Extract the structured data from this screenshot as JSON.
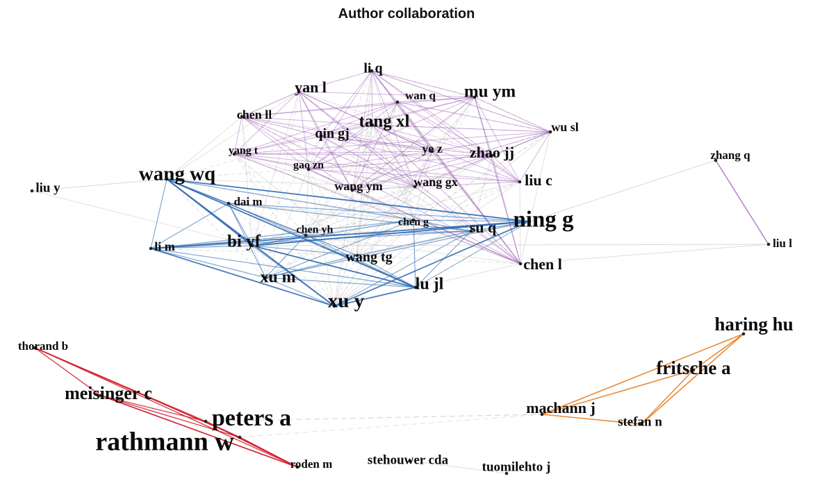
{
  "title": "Author collaboration",
  "colors": {
    "purple": "#9b59b6",
    "blue": "#2f6bb3",
    "red": "#d0202e",
    "orange": "#e67e22",
    "gray": "#c8c8c8"
  },
  "nodes": [
    {
      "id": "li q",
      "label": "li q",
      "cluster": "purple"
    },
    {
      "id": "yan l",
      "label": "yan l",
      "cluster": "purple"
    },
    {
      "id": "wan q",
      "label": "wan q",
      "cluster": "purple"
    },
    {
      "id": "mu ym",
      "label": "mu ym",
      "cluster": "purple"
    },
    {
      "id": "chen ll",
      "label": "chen ll",
      "cluster": "purple"
    },
    {
      "id": "tang xl",
      "label": "tang xl",
      "cluster": "purple"
    },
    {
      "id": "wu sl",
      "label": "wu sl",
      "cluster": "purple"
    },
    {
      "id": "qin gj",
      "label": "qin gj",
      "cluster": "purple"
    },
    {
      "id": "yang t",
      "label": "yang t",
      "cluster": "purple"
    },
    {
      "id": "ye z",
      "label": "ye z",
      "cluster": "purple"
    },
    {
      "id": "zhao jj",
      "label": "zhao jj",
      "cluster": "purple"
    },
    {
      "id": "gao zn",
      "label": "gao zn",
      "cluster": "purple"
    },
    {
      "id": "wang ym",
      "label": "wang ym",
      "cluster": "purple"
    },
    {
      "id": "wang gx",
      "label": "wang gx",
      "cluster": "purple"
    },
    {
      "id": "liu c",
      "label": "liu c",
      "cluster": "purple"
    },
    {
      "id": "chen l",
      "label": "chen l",
      "cluster": "purple"
    },
    {
      "id": "zhang q",
      "label": "zhang q",
      "cluster": "purple"
    },
    {
      "id": "liu l",
      "label": "liu l",
      "cluster": "purple"
    },
    {
      "id": "wang wq",
      "label": "wang wq",
      "cluster": "blue"
    },
    {
      "id": "liu y",
      "label": "liu y",
      "cluster": "blue"
    },
    {
      "id": "dai m",
      "label": "dai m",
      "cluster": "blue"
    },
    {
      "id": "chen g",
      "label": "chen g",
      "cluster": "blue"
    },
    {
      "id": "su q",
      "label": "su q",
      "cluster": "blue"
    },
    {
      "id": "ning g",
      "label": "ning g",
      "cluster": "blue"
    },
    {
      "id": "chen yh",
      "label": "chen yh",
      "cluster": "blue"
    },
    {
      "id": "bi yf",
      "label": "bi yf",
      "cluster": "blue"
    },
    {
      "id": "li m",
      "label": "li m",
      "cluster": "blue"
    },
    {
      "id": "wang tg",
      "label": "wang tg",
      "cluster": "blue"
    },
    {
      "id": "xu m",
      "label": "xu m",
      "cluster": "blue"
    },
    {
      "id": "lu jl",
      "label": "lu jl",
      "cluster": "blue"
    },
    {
      "id": "xu y",
      "label": "xu y",
      "cluster": "blue"
    },
    {
      "id": "thorand b",
      "label": "thorand b",
      "cluster": "red"
    },
    {
      "id": "meisinger c",
      "label": "meisinger c",
      "cluster": "red"
    },
    {
      "id": "peters a",
      "label": "peters a",
      "cluster": "red"
    },
    {
      "id": "rathmann w",
      "label": "rathmann w",
      "cluster": "red"
    },
    {
      "id": "roden m",
      "label": "roden m",
      "cluster": "red"
    },
    {
      "id": "stehouwer cda",
      "label": "stehouwer cda",
      "cluster": "red"
    },
    {
      "id": "tuomilehto j",
      "label": "tuomilehto j",
      "cluster": "red"
    },
    {
      "id": "haring hu",
      "label": "haring hu",
      "cluster": "orange"
    },
    {
      "id": "fritsche a",
      "label": "fritsche a",
      "cluster": "orange"
    },
    {
      "id": "machann j",
      "label": "machann j",
      "cluster": "orange"
    },
    {
      "id": "stefan n",
      "label": "stefan n",
      "cluster": "orange"
    }
  ]
}
